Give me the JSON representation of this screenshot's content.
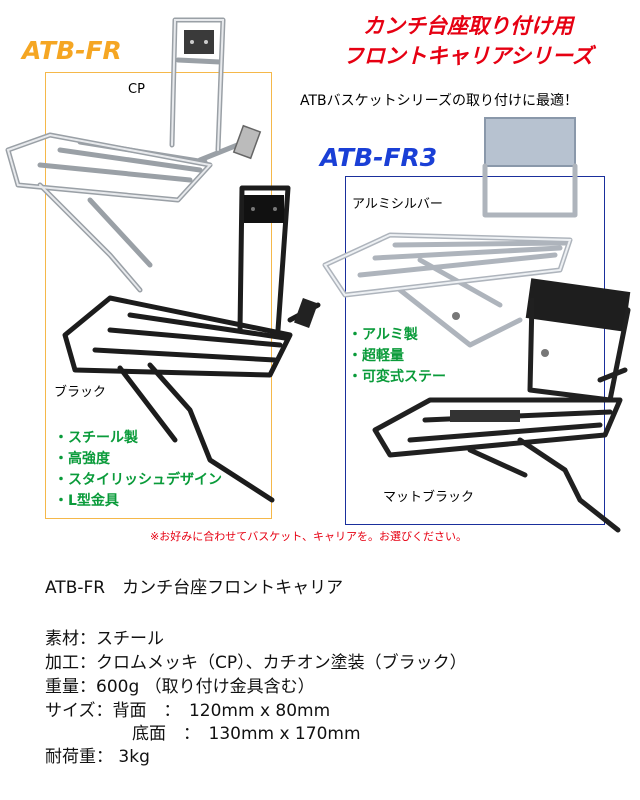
{
  "header": {
    "title_line1": "カンチ台座取り付け用",
    "title_line2": "フロントキャリアシリーズ",
    "subtitle": "ATBバスケットシリーズの取り付けに最適！"
  },
  "left_panel": {
    "model": "ATB-FR",
    "label_cp": "CP",
    "label_black": "ブラック",
    "features": [
      "・スチール製",
      "・高強度",
      "・スタイリッシュデザイン",
      "・L型金具"
    ]
  },
  "right_panel": {
    "model": "ATB-FR3",
    "label_silver": "アルミシルバー",
    "label_matte": "マットブラック",
    "features": [
      "・アルミ製",
      "・超軽量",
      "・可変式ステー"
    ]
  },
  "note": "※お好みに合わせてバスケット、キャリアを。お選びください。",
  "specs": {
    "heading": "ATB-FR　カンチ台座フロントキャリア",
    "material": "素材：スチール",
    "finish": "加工：クロムメッキ（CP）、カチオン塗装（ブラック）",
    "weight": "重量：600g （取り付け金具含む）",
    "size_back": "サイズ：背面　：　120mm x 80mm",
    "size_bottom": "底面　：　130mm x 170mm",
    "load": "耐荷重：  3kg"
  },
  "colors": {
    "accent_red": "#e60012",
    "model_orange": "#f5a623",
    "model_blue": "#1a3fd6",
    "feature_green": "#0a9b3a",
    "box_orange": "#f5b84a",
    "box_blue": "#1a2f9c"
  }
}
